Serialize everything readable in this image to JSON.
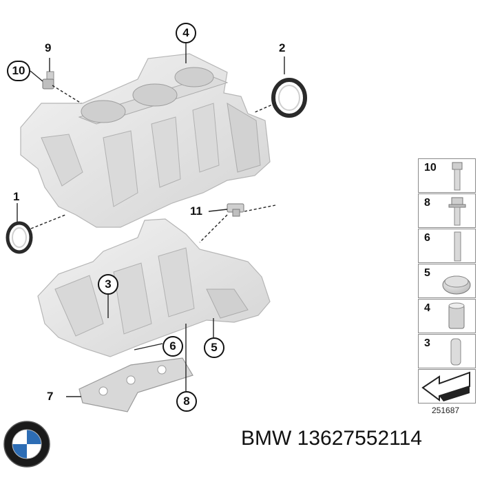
{
  "callouts": {
    "c1": "1",
    "c2": "2",
    "c3": "3",
    "c4": "4",
    "c5": "5",
    "c6": "6",
    "c7": "7",
    "c8": "8",
    "c9": "9",
    "c10": "10",
    "c11": "11"
  },
  "legend": {
    "items": [
      "10",
      "8",
      "6",
      "5",
      "4",
      "3"
    ]
  },
  "reference_number": "251687",
  "footer": {
    "brand": "BMW",
    "part_number": "13627552114",
    "text": "BMW 13627552114"
  },
  "logo": {
    "name": "bmw-roundel"
  },
  "colors": {
    "part_fill": "#e6e6e6",
    "part_edge": "#b8b8b8",
    "line": "#222222",
    "logo_blue": "#2d6db5"
  }
}
